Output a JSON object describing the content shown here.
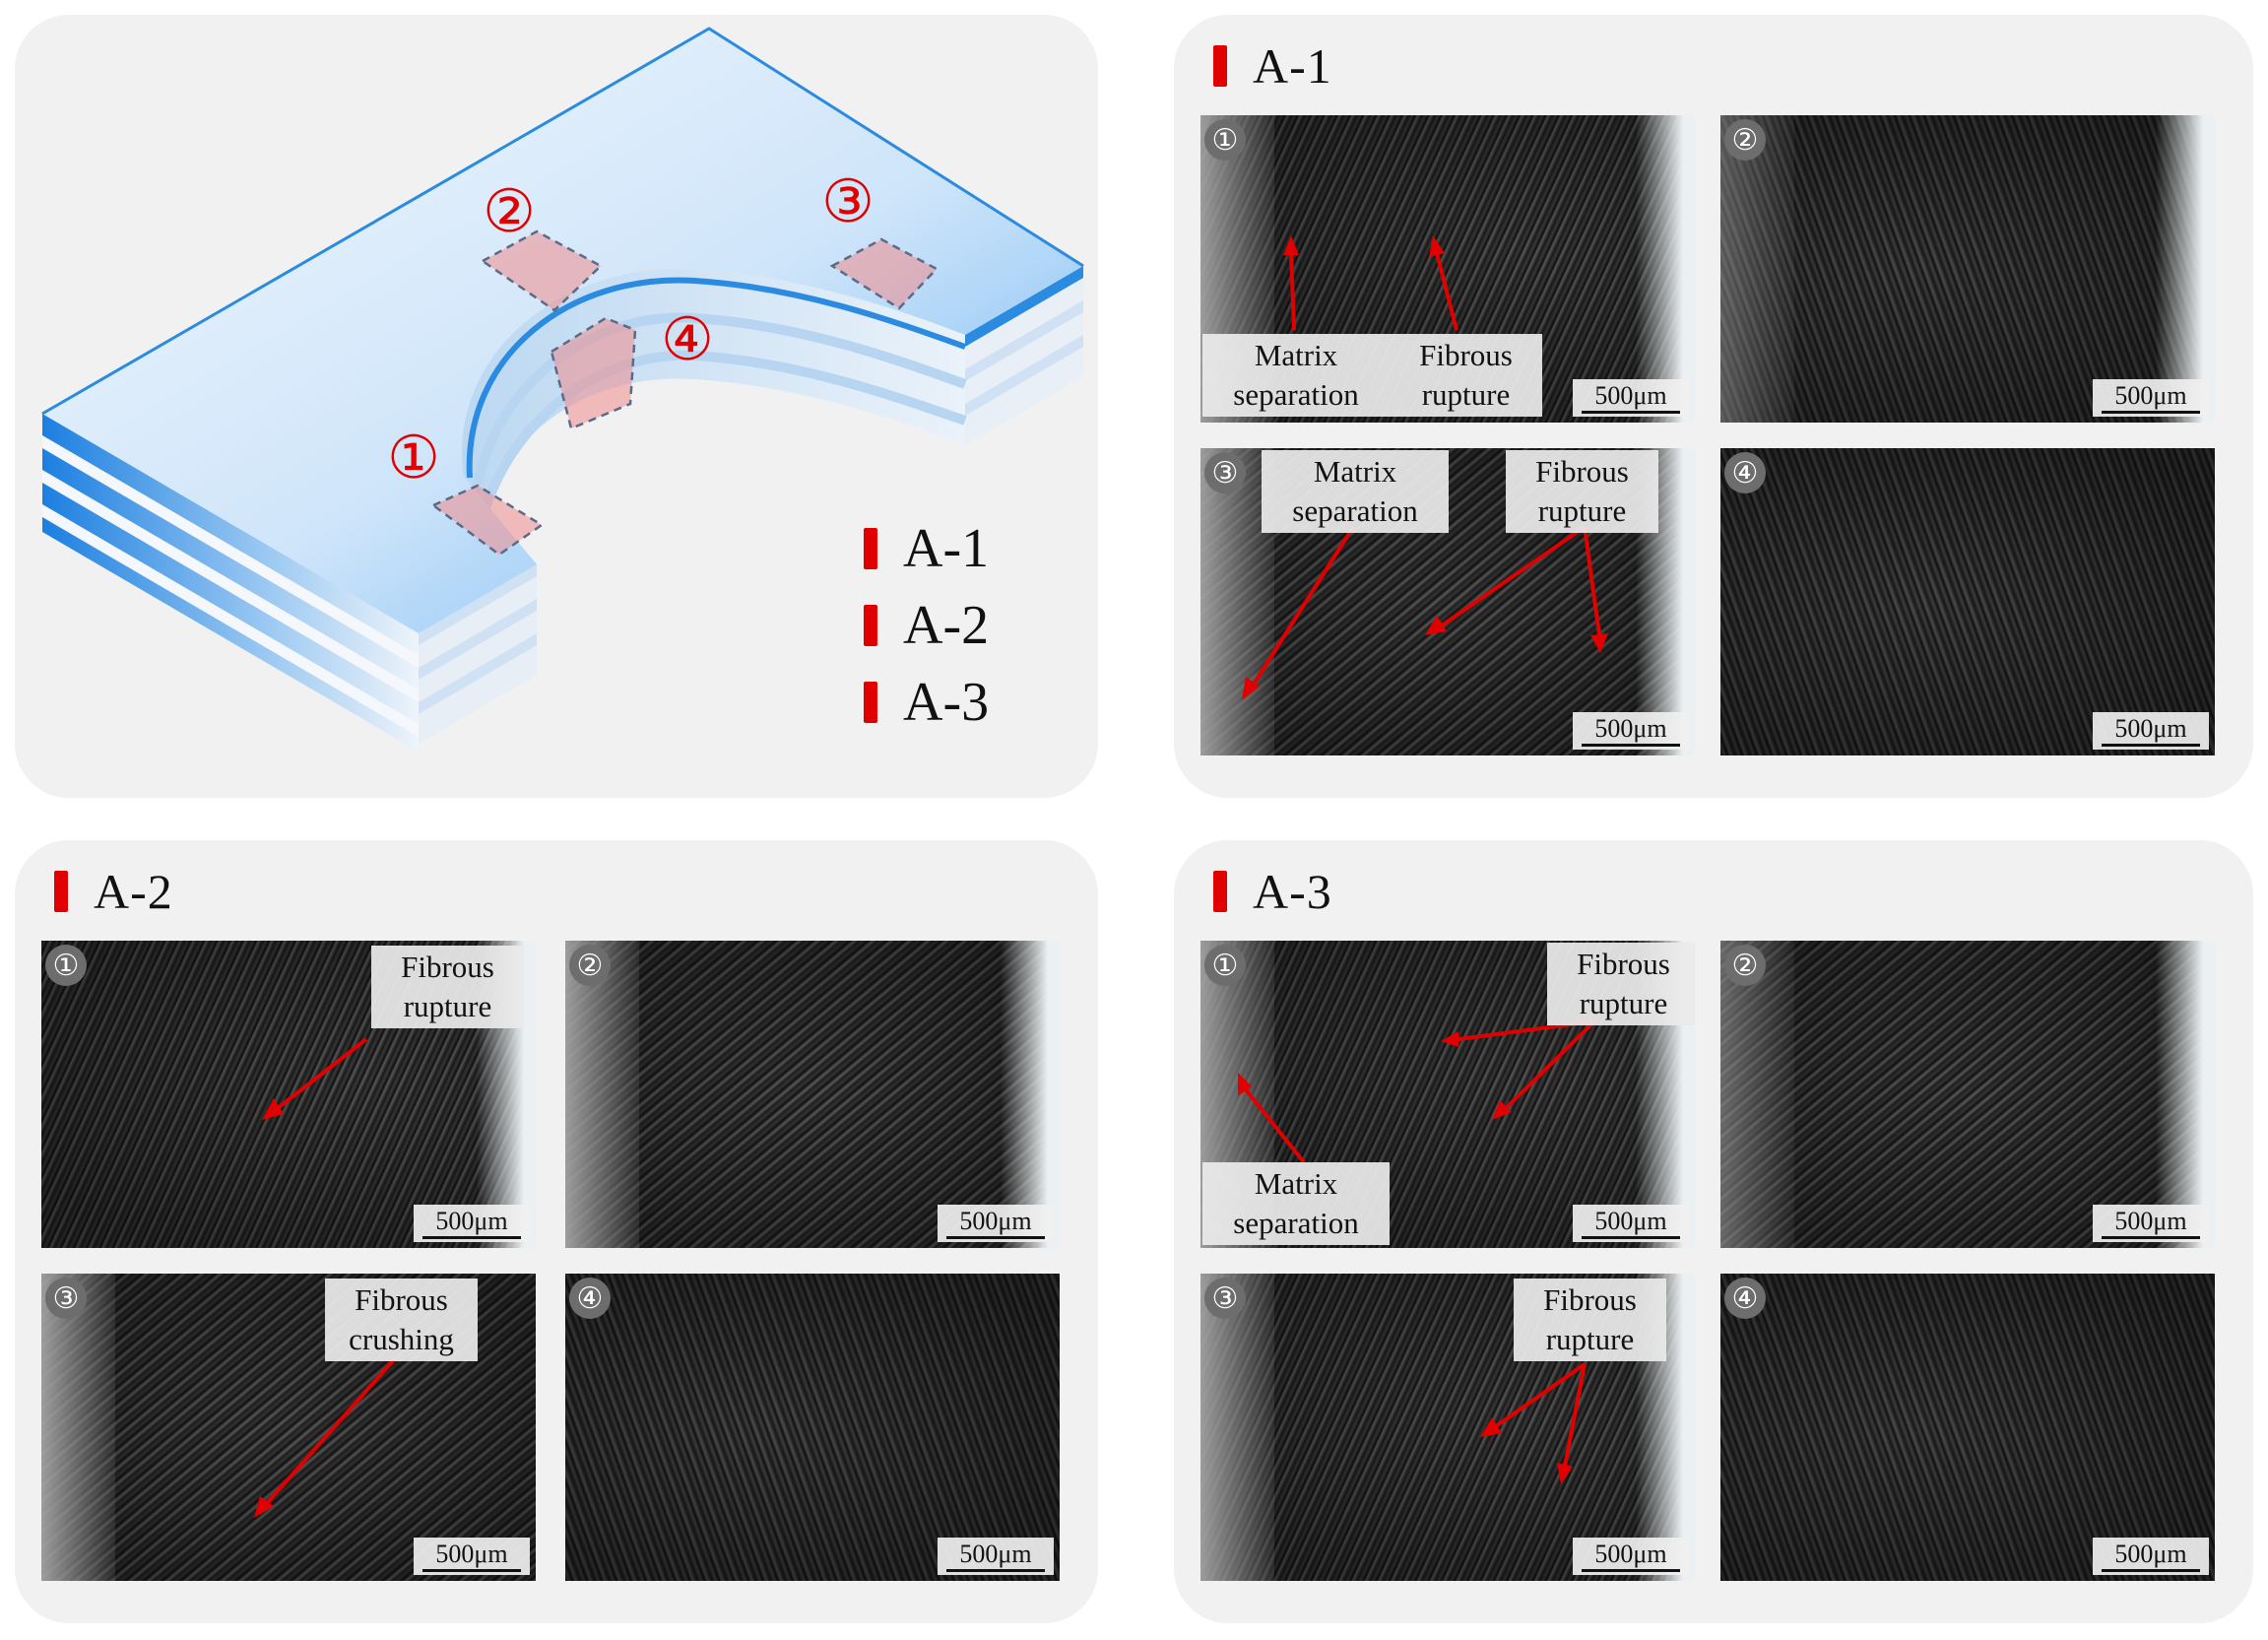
{
  "overview": {
    "markers": [
      "②",
      "③",
      "④",
      "①"
    ],
    "legend": [
      "A-1",
      "A-2",
      "A-3"
    ]
  },
  "groups": [
    {
      "title": "A-1",
      "images": [
        {
          "num": "①",
          "scale": "500μm",
          "annotations": [
            "Matrix separation",
            "Fibrous rupture"
          ]
        },
        {
          "num": "②",
          "scale": "500μm",
          "annotations": []
        },
        {
          "num": "③",
          "scale": "500μm",
          "annotations": [
            "Matrix separation",
            "Fibrous rupture"
          ]
        },
        {
          "num": "④",
          "scale": "500μm",
          "annotations": []
        }
      ]
    },
    {
      "title": "A-2",
      "images": [
        {
          "num": "①",
          "scale": "500μm",
          "annotations": [
            "Fibrous rupture"
          ]
        },
        {
          "num": "②",
          "scale": "500μm",
          "annotations": []
        },
        {
          "num": "③",
          "scale": "500μm",
          "annotations": [
            "Fibrous crushing"
          ]
        },
        {
          "num": "④",
          "scale": "500μm",
          "annotations": []
        }
      ]
    },
    {
      "title": "A-3",
      "images": [
        {
          "num": "①",
          "scale": "500μm",
          "annotations": [
            "Fibrous rupture",
            "Matrix separation"
          ]
        },
        {
          "num": "②",
          "scale": "500μm",
          "annotations": []
        },
        {
          "num": "③",
          "scale": "500μm",
          "annotations": [
            "Fibrous rupture"
          ]
        },
        {
          "num": "④",
          "scale": "500μm",
          "annotations": []
        }
      ]
    }
  ],
  "colors": {
    "accent": "#e00000",
    "plate": "#2a8be0",
    "arrow": "#e00000"
  }
}
